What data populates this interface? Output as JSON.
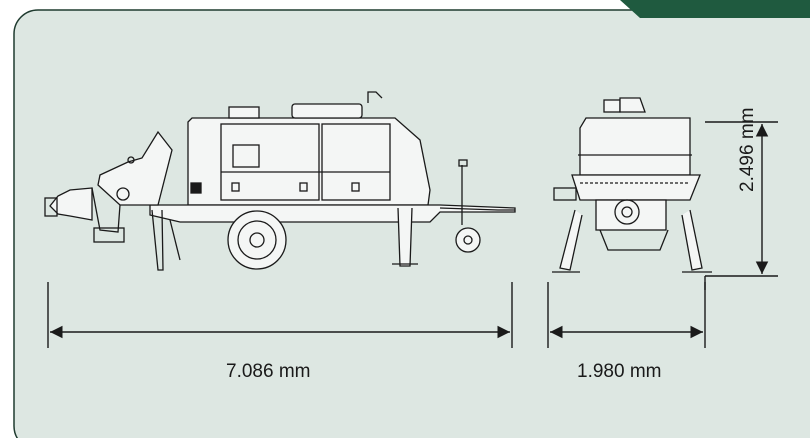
{
  "colors": {
    "panel_fill": "#dde7e2",
    "panel_border": "#1f3b2f",
    "corner_accent": "#1f5a3f",
    "line": "#1a1a1a"
  },
  "dimensions": {
    "length": "7.086 mm",
    "width": "1.980 mm",
    "height": "2.496 mm"
  }
}
